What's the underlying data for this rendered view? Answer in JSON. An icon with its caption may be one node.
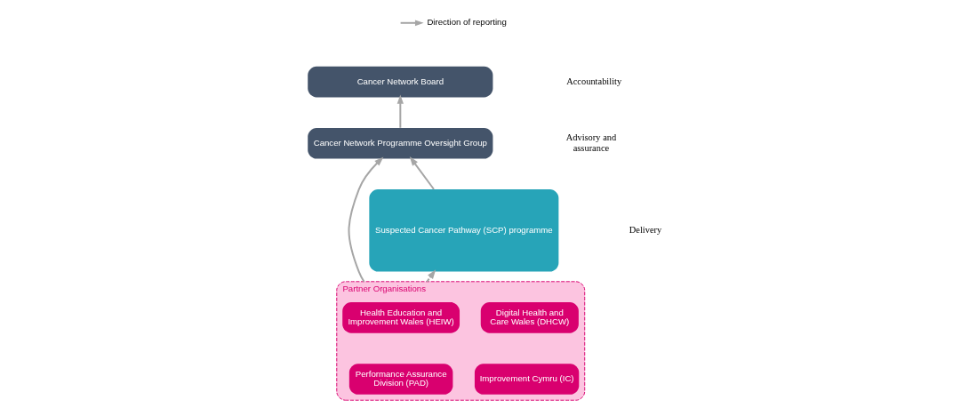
{
  "diagram": {
    "nodes": [
      {
        "text": [
          "Cancer Network Board"
        ]
      },
      {
        "text": [
          "Cancer Network Programme Oversight Group"
        ]
      },
      {
        "text": [
          "Partner Organisations"
        ]
      },
      {
        "text": [
          "Digital Health and Care Wales (DHCW)"
        ],
        "in": 2
      },
      {
        "text": [
          "Health Education and Improvement Wales (HEIW)"
        ],
        "in": 2
      },
      {
        "text": [
          "Improvement Cymru (IC)"
        ],
        "in": 2
      },
      {
        "text": [
          "Performance Assurance Division (PAD)"
        ],
        "in": 2
      },
      {
        "text": [
          "Suspected Cancer Pathway (SCP) programme"
        ]
      }
    ],
    "edges": [
      {
        "from": 1,
        "to": 0,
        "arrow": "to"
      },
      {
        "from": 7,
        "to": 1,
        "arrow": "to"
      },
      {
        "from": 2,
        "to": 1,
        "arrow": "to"
      },
      {
        "from": 2,
        "to": 7,
        "arrow": "to",
        "style": "dashed"
      }
    ],
    "labels": [
      "Accountability",
      "Advisory and assurance",
      "Delivery"
    ],
    "legend": [
      {
        "text": "Direction of reporting"
      }
    ]
  }
}
